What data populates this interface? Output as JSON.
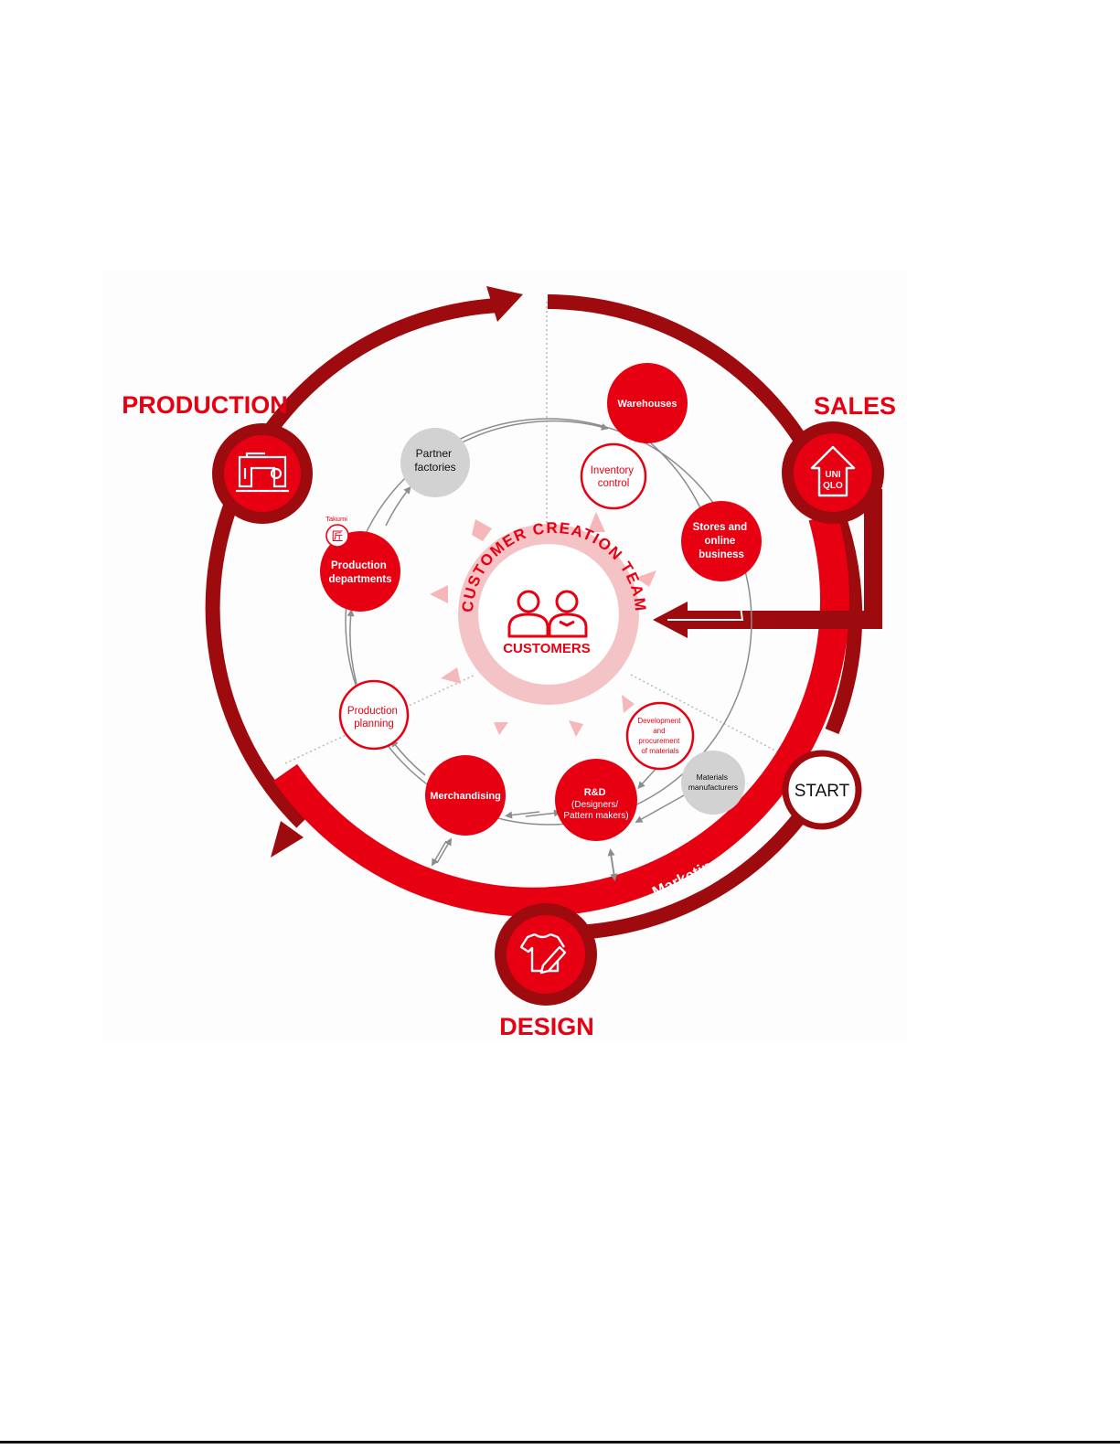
{
  "colors": {
    "dark_red": "#9d0b0e",
    "red": "#e60012",
    "pink": "#f3c3c5",
    "grey": "#d2d2d2",
    "white": "#ffffff"
  },
  "phases": {
    "production": "PRODUCTION",
    "sales": "SALES",
    "design": "DESIGN"
  },
  "start": "START",
  "marketing": "Marketing",
  "center": {
    "ring_text": "CUSTOMER CREATION TEAM",
    "label": "CUSTOMERS"
  },
  "nodes": {
    "warehouses": "Warehouses",
    "inventory": [
      "Inventory",
      "control"
    ],
    "stores": [
      "Stores and",
      "online",
      "business"
    ],
    "partner": [
      "Partner",
      "factories"
    ],
    "production_departments": [
      "Production",
      "departments"
    ],
    "takumi": "Takumi",
    "takumi_glyph": "匠",
    "production_planning": [
      "Production",
      "planning"
    ],
    "merchandising": "Merchandising",
    "rnd": [
      "R&D",
      "(Designers/",
      "Pattern makers)"
    ],
    "development": [
      "Development",
      "and",
      "procurement",
      "of materials"
    ],
    "materials": [
      "Materials",
      "manufacturers"
    ]
  },
  "logo": {
    "line1": "UNI",
    "line2": "QLO"
  },
  "icons": [
    "sewing-machine-icon",
    "uniqlo-store-icon",
    "tshirt-pencil-icon",
    "customers-icon"
  ]
}
